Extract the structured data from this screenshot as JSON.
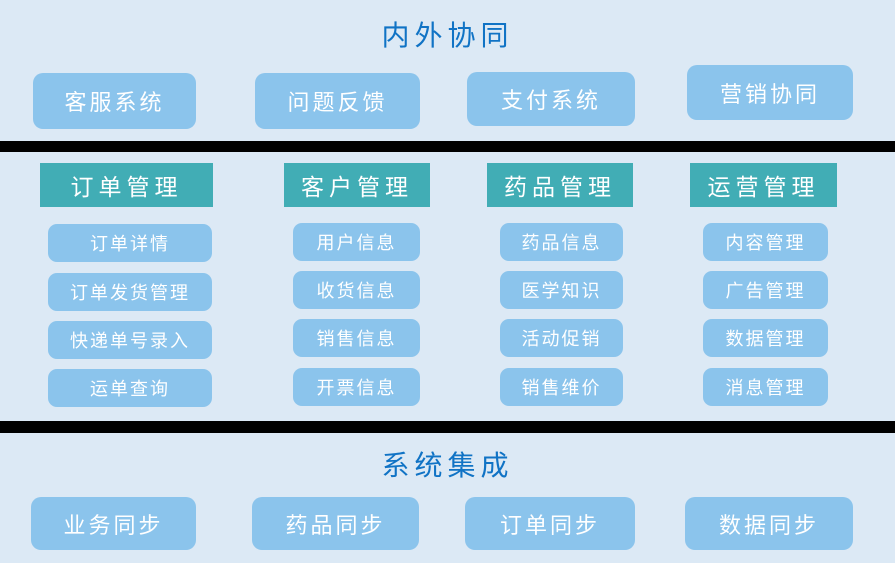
{
  "colors": {
    "bg": "#dce9f5",
    "node": "#8bc4ec",
    "teal": "#41adb5",
    "title": "#1073c5",
    "bar": "#000000",
    "node-text": "#ffffff"
  },
  "top_section": {
    "title": "内外协同",
    "buttons": [
      "客服系统",
      "问题反馈",
      "支付系统",
      "营销协同"
    ]
  },
  "middle_section": {
    "columns": [
      {
        "header": "订单管理",
        "items": [
          "订单详情",
          "订单发货管理",
          "快递单号录入",
          "运单查询"
        ]
      },
      {
        "header": "客户管理",
        "items": [
          "用户信息",
          "收货信息",
          "销售信息",
          "开票信息"
        ]
      },
      {
        "header": "药品管理",
        "items": [
          "药品信息",
          "医学知识",
          "活动促销",
          "销售维价"
        ]
      },
      {
        "header": "运营管理",
        "items": [
          "内容管理",
          "广告管理",
          "数据管理",
          "消息管理"
        ]
      }
    ]
  },
  "bottom_section": {
    "title": "系统集成",
    "buttons": [
      "业务同步",
      "药品同步",
      "订单同步",
      "数据同步"
    ]
  }
}
